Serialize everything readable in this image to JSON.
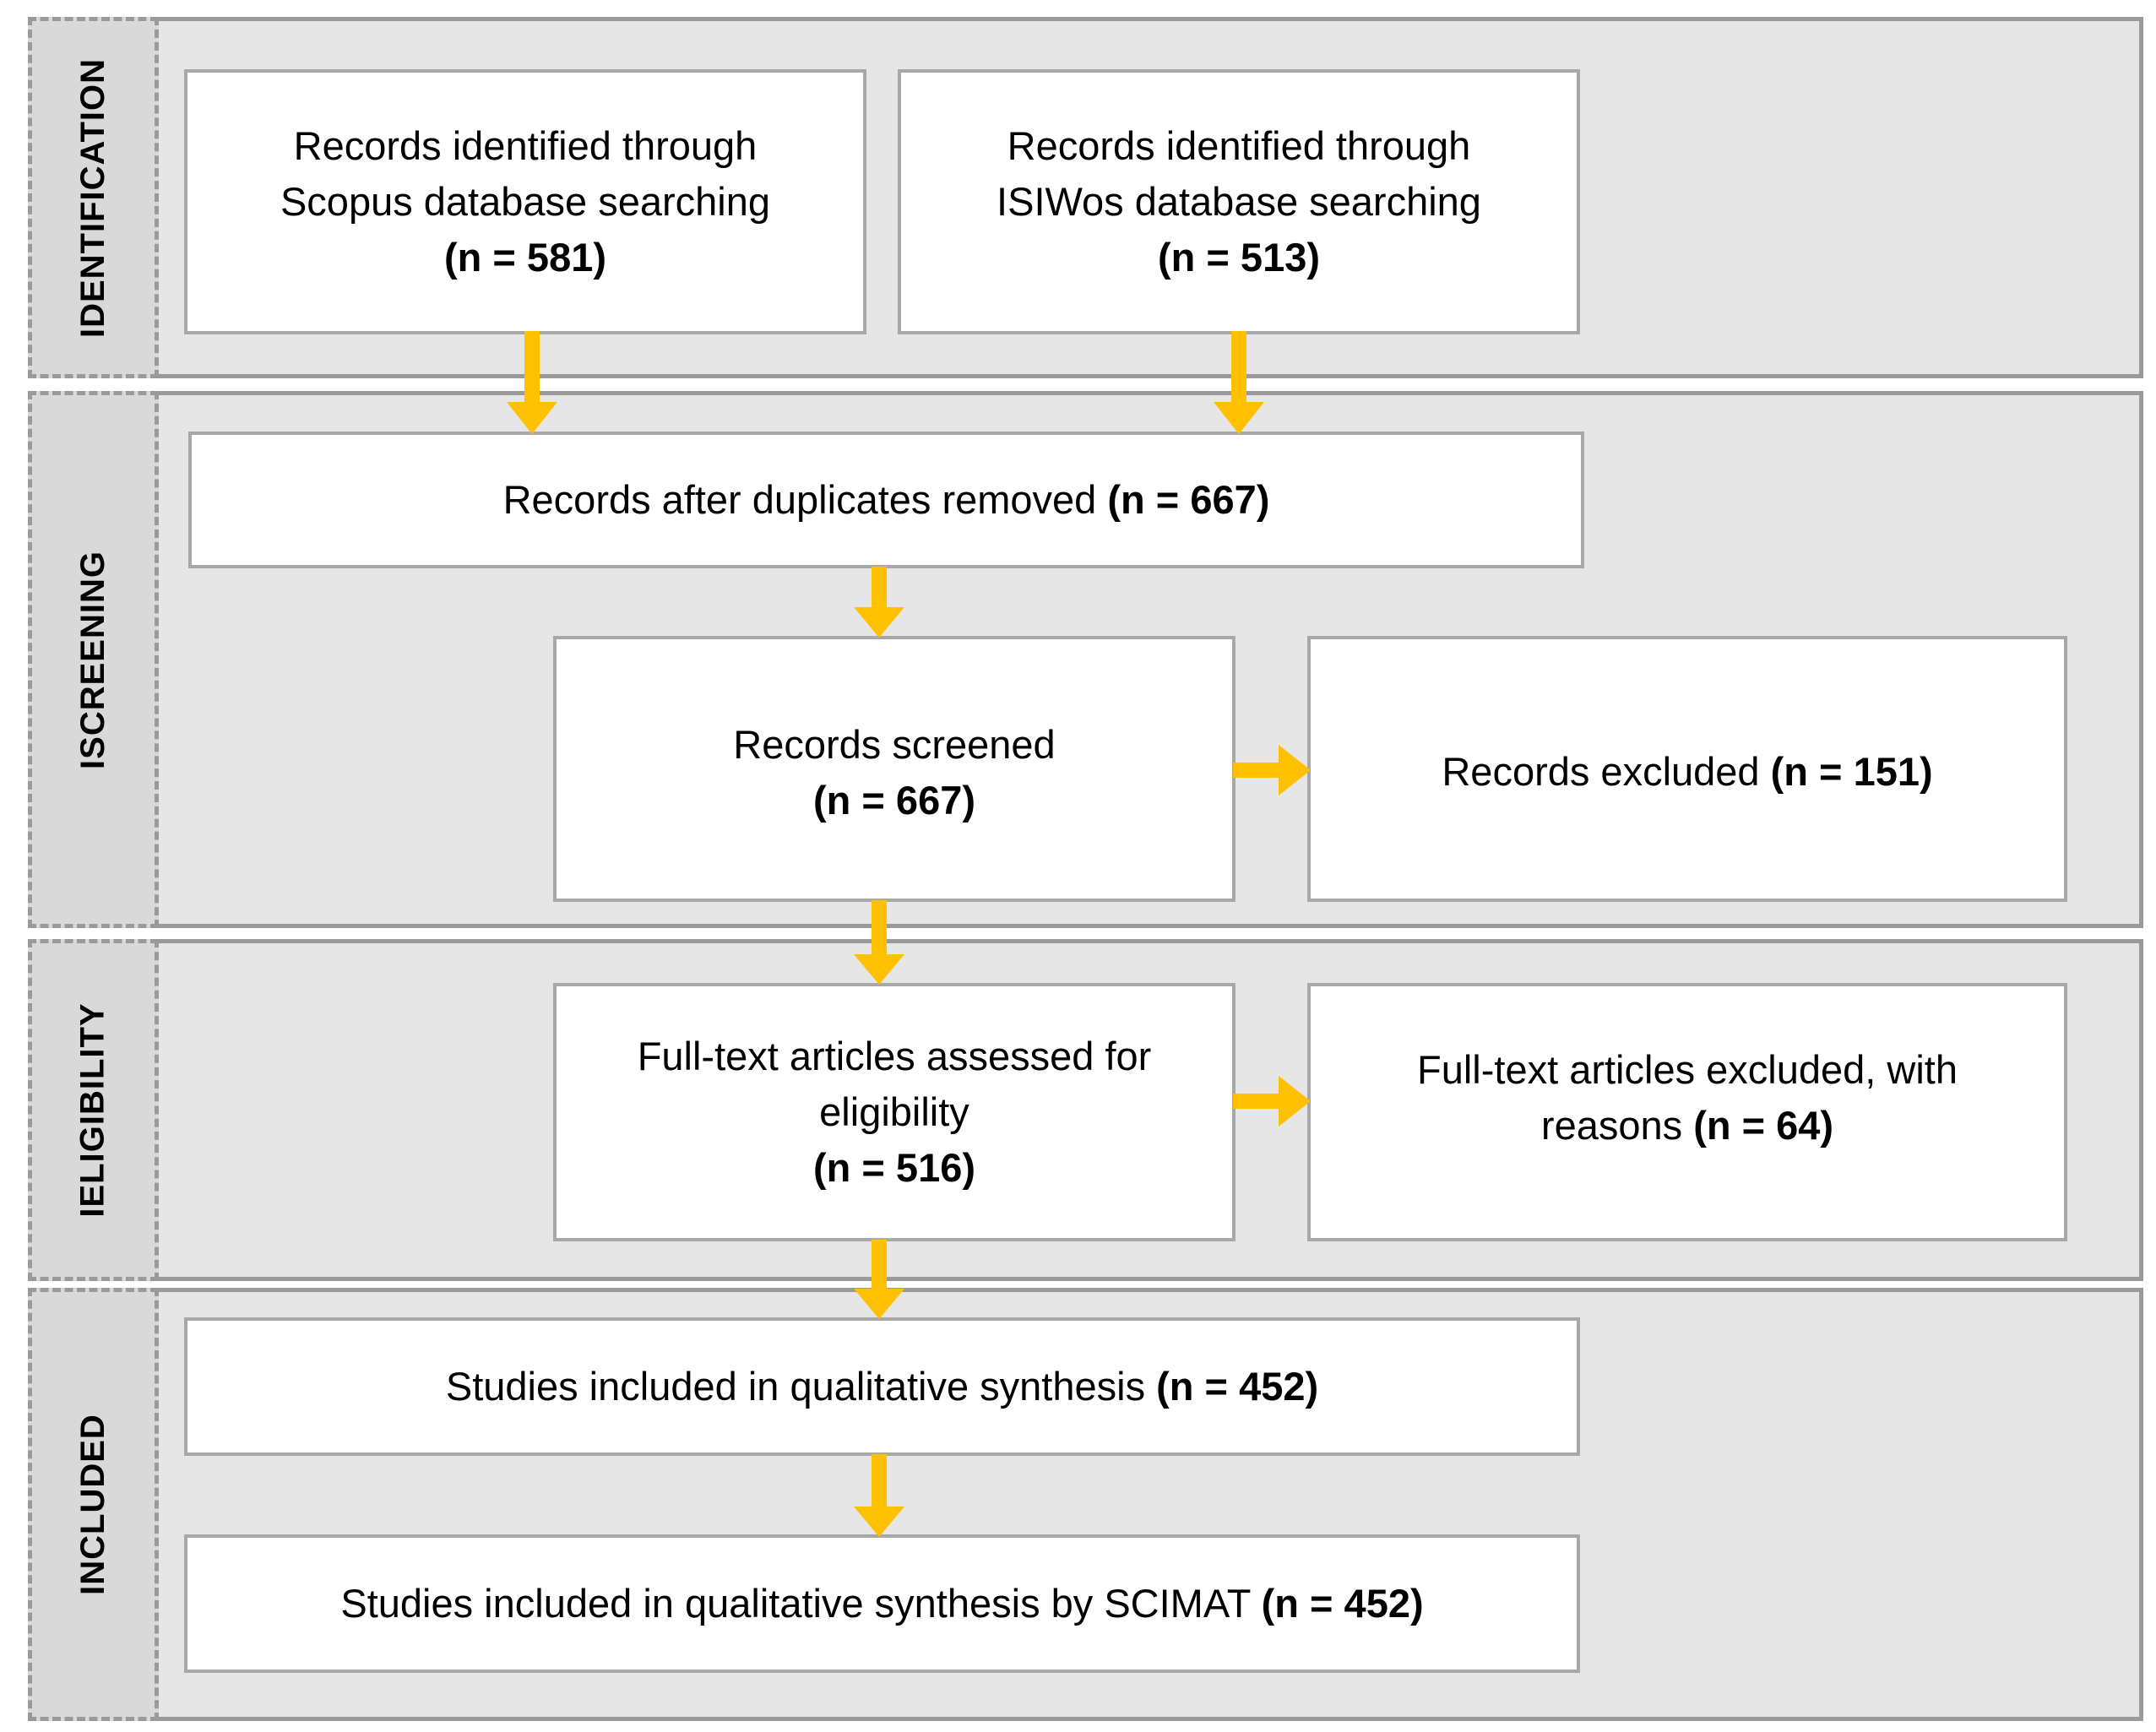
{
  "phases": {
    "identification": "IDENTIFICATION",
    "screening": "ISCREENING",
    "eligibility": "IELIGIBILITY",
    "included": "INCLUDED"
  },
  "boxes": {
    "scopus": {
      "text": "Records identified through Scopus database searching",
      "count": "(n = 581)"
    },
    "isiwos": {
      "text": "Records identified through ISIWos database searching",
      "count": "(n = 513)"
    },
    "duplicates": {
      "text": "Records after duplicates removed",
      "count": "(n = 667)"
    },
    "screened": {
      "text": "Records screened",
      "count": "(n = 667)"
    },
    "excluded": {
      "text": "Records excluded",
      "count": "(n = 151)"
    },
    "fulltext": {
      "text": "Full-text articles assessed for eligibility",
      "count": "(n = 516)"
    },
    "fulltext_excluded": {
      "text_line1": "Full-text articles excluded, with",
      "text_line2": "reasons",
      "count": "(n = 64)"
    },
    "qualitative": {
      "text": "Studies included in qualitative synthesis",
      "count": "(n = 452)"
    },
    "scimat": {
      "text": "Studies included in qualitative synthesis by SCIMAT",
      "count": "(n = 452)"
    }
  },
  "colors": {
    "arrow": "#ffc000",
    "phase_bg": "#e6e6e6",
    "phase_label_bg": "#d9d9d9",
    "border": "#9a9a9a"
  }
}
